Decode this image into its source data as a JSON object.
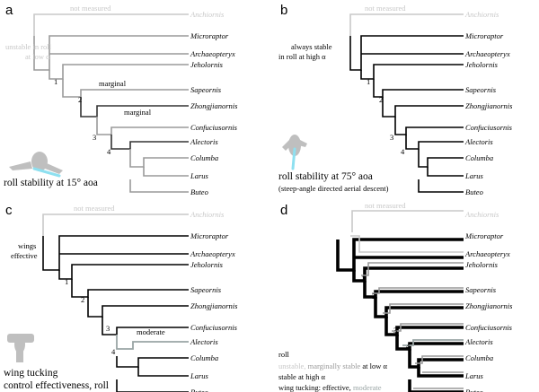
{
  "colors": {
    "stable": "#000000",
    "marginal": "#9a9a9a",
    "unstable": "#c8c8c8",
    "effective": "#000000",
    "moderate": "#9aa5a5",
    "arrow": "#8ee0f0",
    "silhouette": "#bfbfbf"
  },
  "taxa": [
    "Anchiornis",
    "Microraptor",
    "Archaeopteryx",
    "Jeholornis",
    "Sapeornis",
    "Zhongjianornis",
    "Confuciusornis",
    "Alectoris",
    "Columba",
    "Larus",
    "Buteo"
  ],
  "nodes": [
    "1",
    "2",
    "3",
    "4"
  ],
  "panels": [
    {
      "letter": "a",
      "top_annotation": "not measured",
      "side_annotation": [
        "unstable in roll",
        "at low α"
      ],
      "branch_annotations": [
        "marginal",
        "marginal"
      ],
      "caption": [
        "roll stability at 15° aoa"
      ],
      "icon": "bird-glide-15-icon"
    },
    {
      "letter": "b",
      "top_annotation": "not measured",
      "side_annotation": [
        "always stable",
        "in roll at high α"
      ],
      "branch_annotations": [],
      "caption": [
        "roll stability at 75° aoa",
        "(steep-angle directed aerial descent)"
      ],
      "icon": "bird-descent-75-icon"
    },
    {
      "letter": "c",
      "top_annotation": "not measured",
      "side_annotation": [
        "wings",
        "effective"
      ],
      "branch_annotations": [
        "moderate"
      ],
      "caption": [
        "wing tucking",
        "control effectiveness, roll"
      ],
      "icon": "bird-wing-tuck-icon"
    },
    {
      "letter": "d",
      "top_annotation": "not measured",
      "side_annotation": [],
      "branch_annotations": [],
      "legend": {
        "title": "roll",
        "line1_a": "unstable,",
        "line1_b": "marginally stable",
        "line1_c": "at low α",
        "line2": "stable at high α",
        "line3_a": "wing tucking: effective,",
        "line3_b": "moderate"
      }
    }
  ]
}
